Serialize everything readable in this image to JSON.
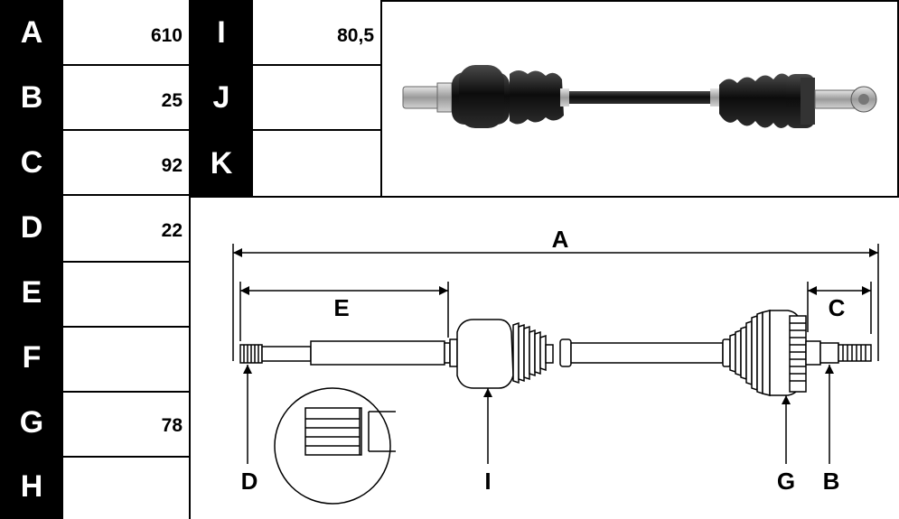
{
  "spec_table": {
    "rows": [
      {
        "letter": "A",
        "value": "610"
      },
      {
        "letter": "B",
        "value": "25"
      },
      {
        "letter": "C",
        "value": "92"
      },
      {
        "letter": "D",
        "value": "22"
      },
      {
        "letter": "E",
        "value": ""
      },
      {
        "letter": "F",
        "value": ""
      },
      {
        "letter": "G",
        "value": "78"
      },
      {
        "letter": "H",
        "value": ""
      }
    ],
    "rows2": [
      {
        "letter": "I",
        "value": "80,5"
      },
      {
        "letter": "J",
        "value": ""
      },
      {
        "letter": "K",
        "value": ""
      }
    ]
  },
  "diagram": {
    "labels": {
      "A": "A",
      "E": "E",
      "C": "C",
      "D": "D",
      "I": "I",
      "G": "G",
      "B": "B"
    }
  }
}
